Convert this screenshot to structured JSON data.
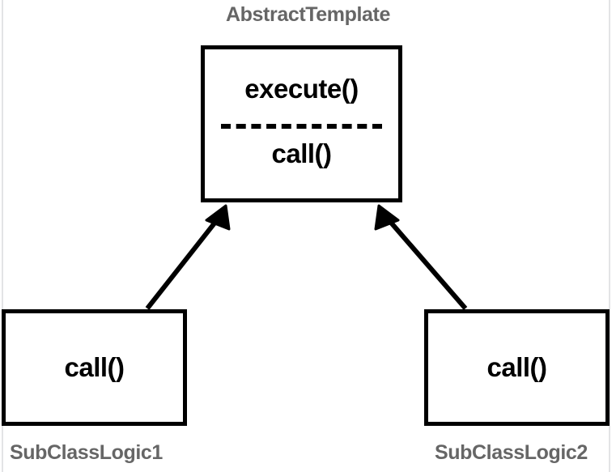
{
  "diagram": {
    "type": "uml-class-diagram",
    "pattern": "Template Method",
    "background_color": "#ffffff",
    "stroke_color": "#000000",
    "caption_color": "#666666",
    "rail_color": "#e3e4e6"
  },
  "classes": {
    "abstract_template": {
      "caption": "AbstractTemplate",
      "members_top": "execute()",
      "members_bottom": "call()",
      "separator_style": "dashed"
    },
    "subclass1": {
      "caption": "SubClassLogic1",
      "member": "call()"
    },
    "subclass2": {
      "caption": "SubClassLogic2",
      "member": "call()"
    }
  },
  "relationships": [
    {
      "name": "generalization-subclass1-to-abstract",
      "from": "SubClassLogic1",
      "to": "AbstractTemplate",
      "kind": "generalization",
      "arrowhead": "filled-triangle"
    },
    {
      "name": "generalization-subclass2-to-abstract",
      "from": "SubClassLogic2",
      "to": "AbstractTemplate",
      "kind": "generalization",
      "arrowhead": "filled-triangle"
    }
  ]
}
